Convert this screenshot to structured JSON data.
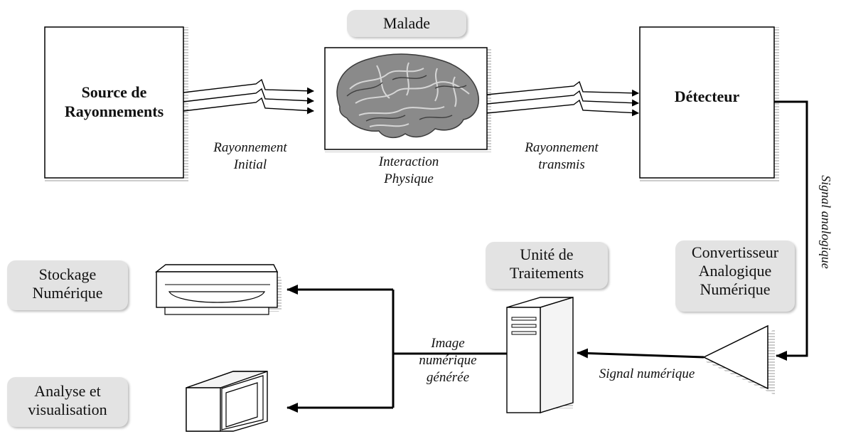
{
  "source_box": {
    "label_line1": "Source de",
    "label_line2": "Rayonnements"
  },
  "patient_label": "Malade",
  "detector_label": "Détecteur",
  "initial_radiation": {
    "line1": "Rayonnement",
    "line2": "Initial"
  },
  "interaction": {
    "line1": "Interaction",
    "line2": "Physique"
  },
  "transmitted_radiation": {
    "line1": "Rayonnement",
    "line2": "transmis"
  },
  "analog_signal_label": "Signal analogique",
  "converter": {
    "line1": "Convertisseur",
    "line2": "Analogique",
    "line3": "Numérique"
  },
  "processing_unit": {
    "line1": "Unité de",
    "line2": "Traitements"
  },
  "digital_signal_label": "Signal numérique",
  "generated_image": {
    "line1": "Image",
    "line2": "numérique",
    "line3": "générée"
  },
  "storage": {
    "line1": "Stockage",
    "line2": "Numérique"
  },
  "analysis": {
    "line1": "Analyse et",
    "line2": "visualisation"
  },
  "colors": {
    "line": "#000000",
    "pill_bg": "#e3e3e3",
    "brain": "#8a8a8a"
  },
  "icons": [
    "brain-image",
    "disk-drive-icon",
    "monitor-icon",
    "server-tower-icon",
    "amplifier-triangle-icon"
  ]
}
